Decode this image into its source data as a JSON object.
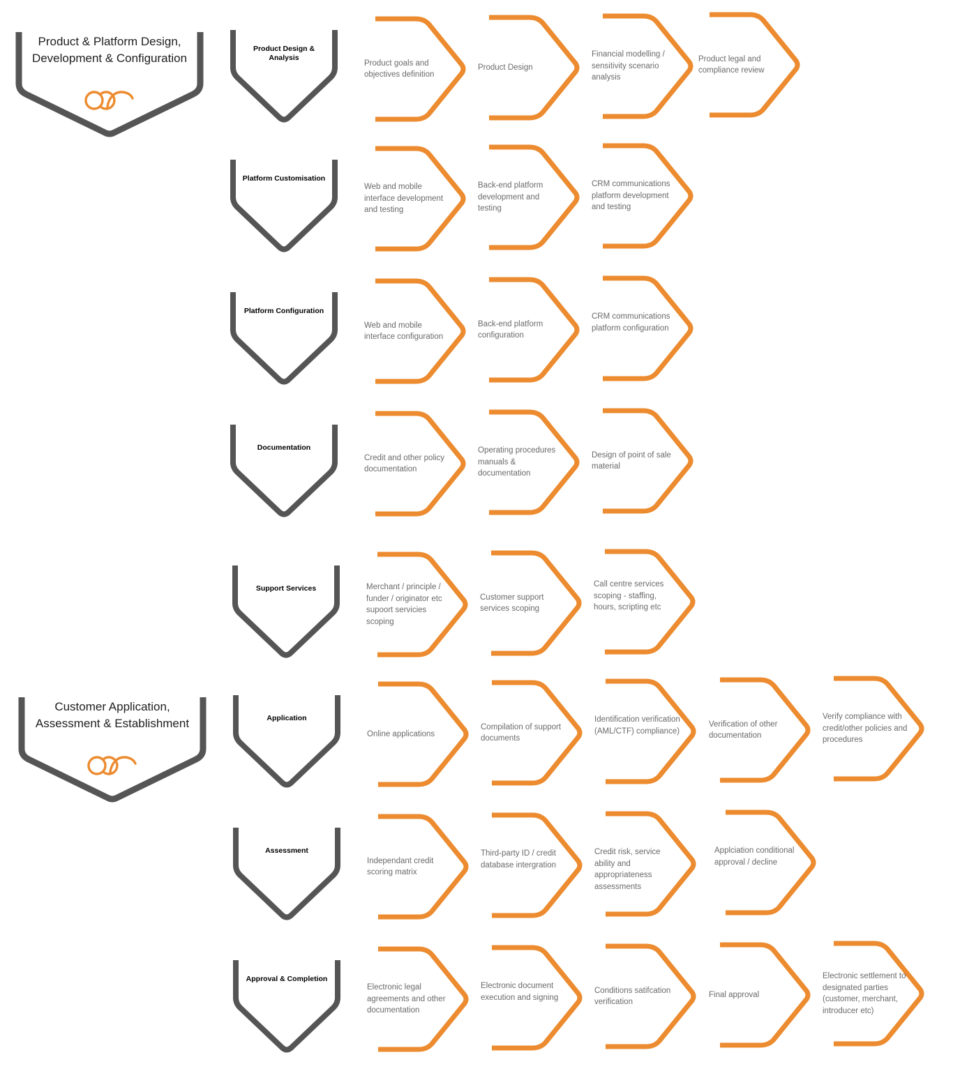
{
  "colors": {
    "accent": "#ec8b2f",
    "shield_stroke": "#555555",
    "step_text": "#6a6a6a"
  },
  "sections": [
    {
      "title": "Product & Platform Design, Development & Configuration",
      "logo": "orange-loop-logo-icon",
      "rows": [
        {
          "category": "Product Design & Analysis",
          "steps": [
            "Product goals and objectives definition",
            "Product Design",
            "Financial modelling / sensitivity scenario analysis",
            "Product legal and compliance review"
          ]
        },
        {
          "category": "Platform Customisation",
          "steps": [
            "Web and mobile interface development and testing",
            "Back-end platform development and testing",
            "CRM communications platform development and testing"
          ]
        },
        {
          "category": "Platform Configuration",
          "steps": [
            "Web and mobile interface configuration",
            "Back-end platform configuration",
            "CRM communications platform configuration"
          ]
        },
        {
          "category": "Documentation",
          "steps": [
            "Credit and other policy documentation",
            "Operating procedures manuals & documentation",
            "Design of point of sale material"
          ]
        },
        {
          "category": "Support Services",
          "steps": [
            "Merchant / principle / funder / originator etc supoort servicies scoping",
            "Customer support services scoping",
            "Call centre services scoping - staffing, hours, scripting etc"
          ]
        }
      ]
    },
    {
      "title": "Customer Application, Assessment & Establishment",
      "logo": "orange-loop-logo-icon",
      "rows": [
        {
          "category": "Application",
          "steps": [
            "Online applications",
            "Compilation of support documents",
            "Identification verification (AML/CTF) compliance)",
            "Verification of other documentation",
            "Verify compliance with credit/other policies and procedures"
          ]
        },
        {
          "category": "Assessment",
          "steps": [
            "Independant credit scoring matrix",
            "Third-party ID / credit database intergration",
            "Credit risk, service ability and appropriateness assessments",
            "Applciation conditional approval / decline"
          ]
        },
        {
          "category": "Approval & Completion",
          "steps": [
            "Electronic legal agreements and other documentation",
            "Electronic document execution and signing",
            "Conditions satifcation verification",
            "Final approval",
            "Electronic settlement to designated parties (customer, merchant, introducer etc)"
          ]
        }
      ]
    }
  ]
}
